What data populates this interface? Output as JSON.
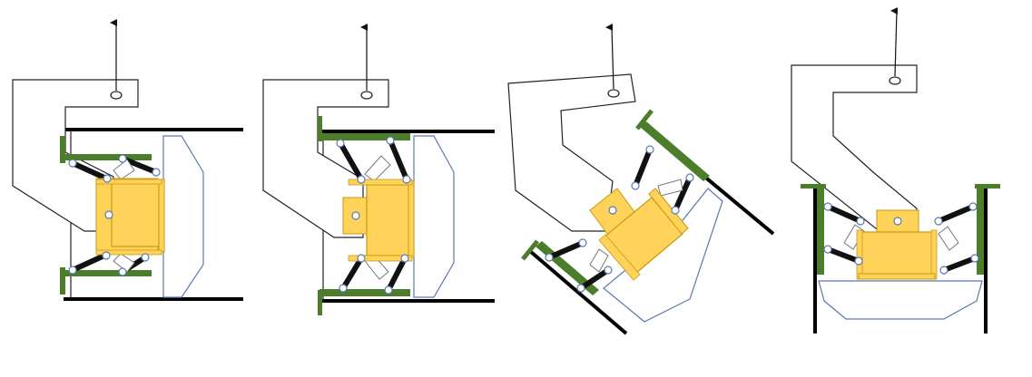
{
  "figure": {
    "panel_count": 4,
    "panels": [
      {
        "id": "panel-1",
        "orientation": "upright"
      },
      {
        "id": "panel-2",
        "orientation": "upright"
      },
      {
        "id": "panel-3",
        "orientation": "tilted"
      },
      {
        "id": "panel-4",
        "orientation": "rotated"
      }
    ],
    "colors": {
      "outline": "#222222",
      "hook_fill": "#ffffff",
      "wall": "#000000",
      "green_plate": "#4b7d2a",
      "yellow_body": "#ffd35a",
      "yellow_edge": "#c99a12",
      "link": "#111111",
      "pin_fill": "#ffffff",
      "pin_stroke": "#5a78b4",
      "pad_fill": "#ffffff",
      "pad_stroke": "#5a78b4",
      "strut": "#888888"
    }
  }
}
